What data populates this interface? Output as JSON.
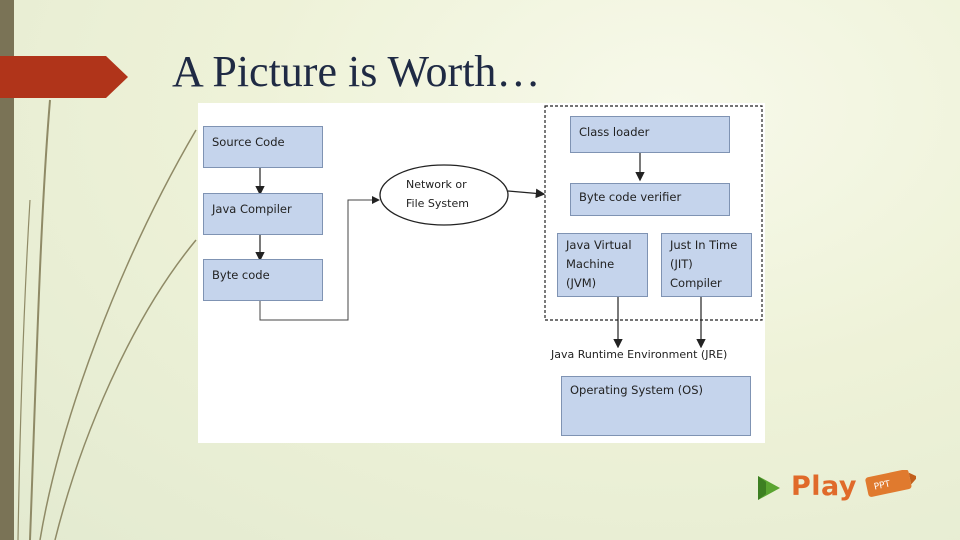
{
  "slide": {
    "title": "A Picture is Worth…"
  },
  "diagram": {
    "source_code": "Source Code",
    "java_compiler": "Java Compiler",
    "byte_code": "Byte code",
    "network_line1": "Network or",
    "network_line2": "File System",
    "class_loader": "Class loader",
    "byte_code_verifier": "Byte code verifier",
    "jvm_line1": "Java Virtual",
    "jvm_line2": "Machine",
    "jvm_line3": "(JVM)",
    "jit_line1": "Just In Time",
    "jit_line2": "(JIT)",
    "jit_line3": "Compiler",
    "jre_label": "Java Runtime Environment (JRE)",
    "os": "Operating System (OS)"
  },
  "logo": {
    "text": "Play",
    "badge": "PPT"
  },
  "colors": {
    "accent_red": "#b0341a",
    "box_fill": "#c5d4ec",
    "title": "#1f2a44"
  }
}
